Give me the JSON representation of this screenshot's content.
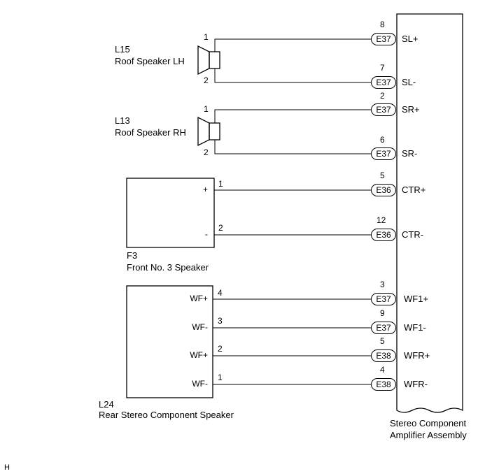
{
  "components": {
    "l15": {
      "code": "L15",
      "name": "Roof Speaker LH"
    },
    "l13": {
      "code": "L13",
      "name": "Roof Speaker RH"
    },
    "f3": {
      "code": "F3",
      "name": "Front No. 3 Speaker"
    },
    "l24": {
      "code": "L24",
      "name": "Rear Stereo Component Speaker"
    },
    "amp": {
      "line1": "Stereo Component",
      "line2": "Amplifier Assembly"
    }
  },
  "polarity": {
    "f3_pos": "+",
    "f3_neg": "-",
    "l24_1": "WF+",
    "l24_2": "WF-",
    "l24_3": "WF+",
    "l24_4": "WF-"
  },
  "wires": [
    {
      "from_pin": "1",
      "connector": "E37",
      "amp_pin": "8",
      "signal": "SL+"
    },
    {
      "from_pin": "2",
      "connector": "E37",
      "amp_pin": "7",
      "signal": "SL-"
    },
    {
      "from_pin": "1",
      "connector": "E37",
      "amp_pin": "2",
      "signal": "SR+"
    },
    {
      "from_pin": "2",
      "connector": "E37",
      "amp_pin": "6",
      "signal": "SR-"
    },
    {
      "from_pin": "1",
      "connector": "E36",
      "amp_pin": "5",
      "signal": "CTR+"
    },
    {
      "from_pin": "2",
      "connector": "E36",
      "amp_pin": "12",
      "signal": "CTR-"
    },
    {
      "from_pin": "4",
      "connector": "E37",
      "amp_pin": "3",
      "signal": "WF1+"
    },
    {
      "from_pin": "3",
      "connector": "E37",
      "amp_pin": "9",
      "signal": "WF1-"
    },
    {
      "from_pin": "2",
      "connector": "E38",
      "amp_pin": "5",
      "signal": "WFR+"
    },
    {
      "from_pin": "1",
      "connector": "E38",
      "amp_pin": "4",
      "signal": "WFR-"
    }
  ],
  "footer_mark": "H"
}
